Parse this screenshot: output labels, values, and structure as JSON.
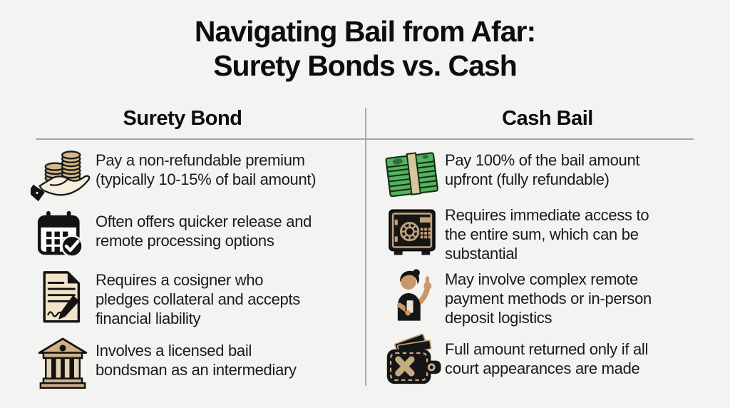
{
  "title": {
    "line1": "Navigating Bail from Afar:",
    "line2": "Surety Bonds vs. Cash"
  },
  "columns": [
    {
      "header": "Surety Bond",
      "items": [
        {
          "icon": "hand-coins-icon",
          "text": "Pay a non-refundable premium\n(typically 10-15% of bail amount)"
        },
        {
          "icon": "calendar-check-icon",
          "text": "Often offers quicker release and\nremote processing options"
        },
        {
          "icon": "signed-document-icon",
          "text": "Requires a cosigner who\npledges collateral and accepts\nfinancial liability"
        },
        {
          "icon": "bank-icon",
          "text": "Involves a licensed bail\nbondsman as an intermediary"
        }
      ]
    },
    {
      "header": "Cash Bail",
      "items": [
        {
          "icon": "cash-stack-icon",
          "text": "Pay 100% of the bail amount\nupfront (fully refundable)"
        },
        {
          "icon": "safe-icon",
          "text": "Requires immediate access to\nthe entire sum, which can be\nsubstantial"
        },
        {
          "icon": "person-phone-icon",
          "text": "May involve complex remote\npayment methods or in-person\ndeposit logistics"
        },
        {
          "icon": "wallet-x-icon",
          "text": "Full amount returned only if all\ncourt appearances are made"
        }
      ]
    }
  ],
  "colors": {
    "background": "#f3f3f1",
    "ink": "#141414",
    "tan": "#c9ab84",
    "paper": "#f2e4ca",
    "coin": "#d6b788",
    "skin": "#c9976b",
    "bill_green": "#57b25e",
    "bill_dark_green": "#2c6e3c",
    "divider": "#a8a8a8"
  }
}
